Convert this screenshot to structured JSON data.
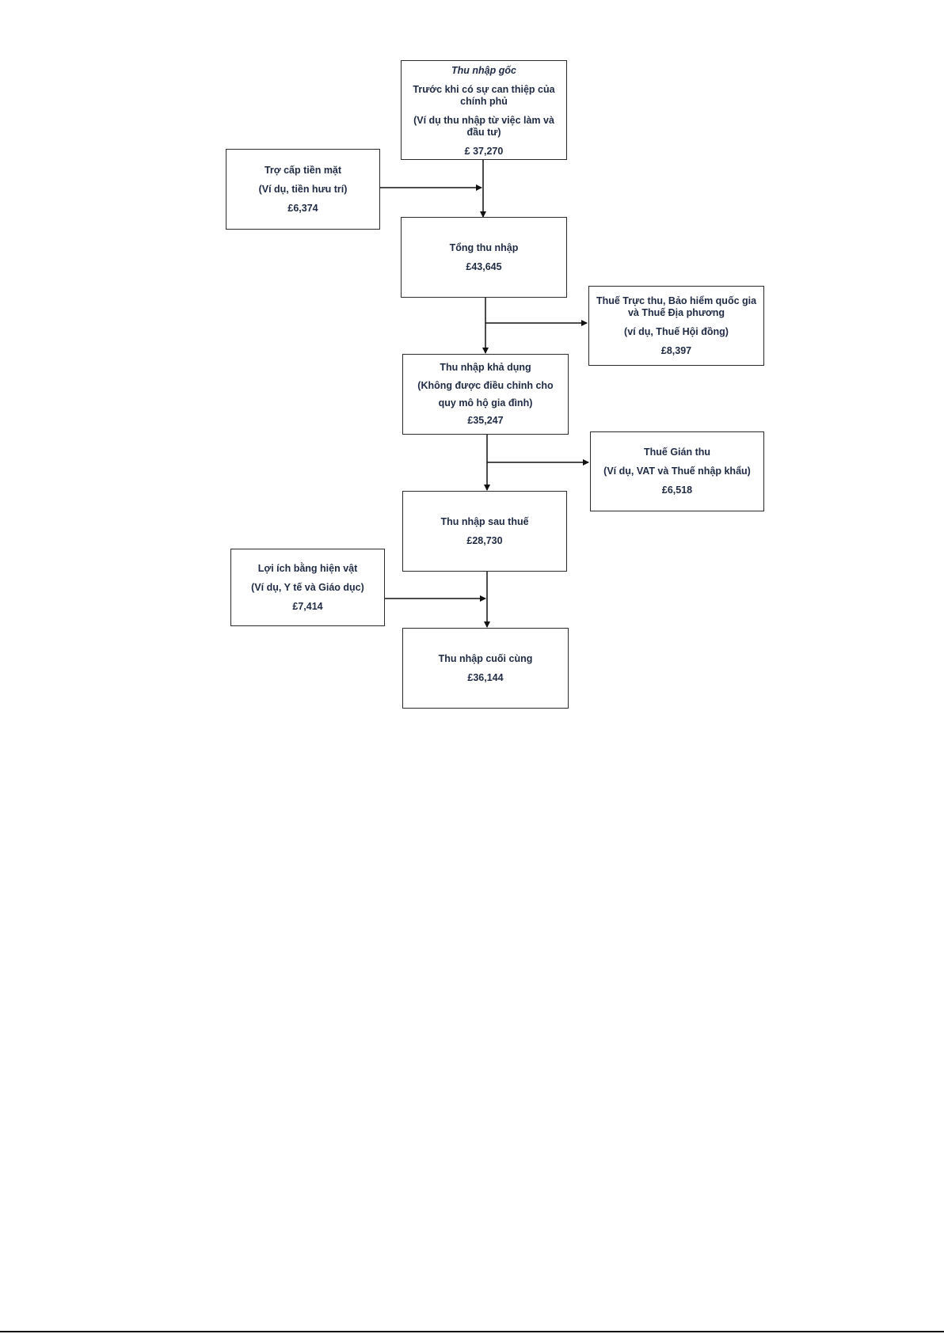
{
  "nodes": {
    "original_income": {
      "title": "Thu nhập gốc",
      "desc": "Trước khi có sự can thiệp của chính phủ",
      "example": "(Ví dụ thu nhập từ việc làm và đầu tư)",
      "value": "£ 37,270"
    },
    "cash_benefits": {
      "title": "Trợ cấp tiền mặt",
      "example": "(Ví dụ, tiền hưu trí)",
      "value": "£6,374"
    },
    "gross_income": {
      "title": "Tổng thu nhập",
      "value": "£43,645"
    },
    "direct_taxes": {
      "title": "Thuế Trực thu, Bảo hiểm quốc gia và Thuế Địa phương",
      "example": "(ví dụ, Thuế Hội đồng)",
      "value": "£8,397"
    },
    "disposable_income": {
      "title": "Thu nhập khả dụng",
      "example": "(Không được điều chỉnh cho quy mô hộ gia đình)",
      "value": "£35,247"
    },
    "indirect_taxes": {
      "title": "Thuế Gián thu",
      "example": "(Ví dụ, VAT và Thuế nhập khẩu)",
      "value": "£6,518"
    },
    "post_tax_income": {
      "title": "Thu nhập sau thuế",
      "value": "£28,730"
    },
    "benefits_in_kind": {
      "title": "Lợi ích bằng hiện vật",
      "example": "(Ví dụ, Y tế và Giáo dục)",
      "value": "£7,414"
    },
    "final_income": {
      "title": "Thu nhập cuối cùng",
      "value": "£36,144"
    }
  }
}
